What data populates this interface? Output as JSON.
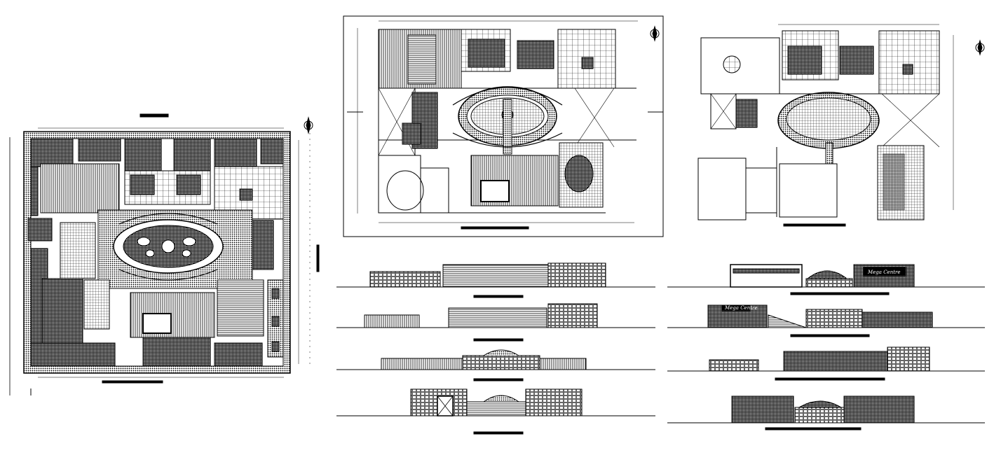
{
  "drawing": {
    "description_visible_text": [],
    "sheets": [
      {
        "id": "site-plan",
        "kind": "plan"
      },
      {
        "id": "ground-floor-plan",
        "kind": "plan"
      },
      {
        "id": "upper-floor-plan",
        "kind": "plan"
      },
      {
        "id": "elevation-1",
        "kind": "elevation"
      },
      {
        "id": "elevation-2",
        "kind": "elevation"
      },
      {
        "id": "elevation-3",
        "kind": "elevation"
      },
      {
        "id": "elevation-4",
        "kind": "elevation"
      },
      {
        "id": "elevation-5",
        "kind": "elevation"
      },
      {
        "id": "elevation-6",
        "kind": "elevation"
      },
      {
        "id": "elevation-7",
        "kind": "elevation"
      },
      {
        "id": "elevation-8",
        "kind": "elevation"
      }
    ],
    "signage_texts": [
      "Mega Centre",
      "Mega Centre"
    ],
    "colors": {
      "line": "#000000",
      "background": "#ffffff"
    }
  }
}
